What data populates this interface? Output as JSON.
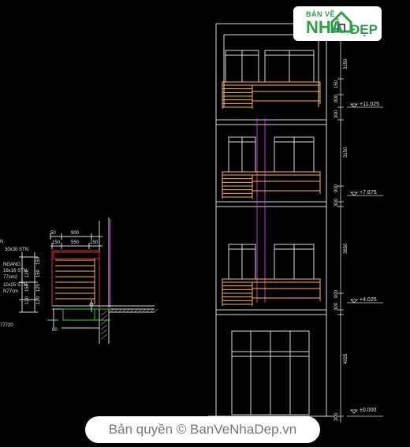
{
  "logo": {
    "small": "BẢN VẼ",
    "big": "NHÀ",
    "suffix": "ĐẸP"
  },
  "watermark": "Bản quyền © BanVeNhaDep.vn",
  "elevation": {
    "levels": [
      "+11.025",
      "+7.875",
      "+4.025",
      "±0.000"
    ],
    "dimensions": [
      "3150",
      "150",
      "900",
      "300",
      "3150",
      "900",
      "300",
      "3850",
      "900",
      "300",
      "4025",
      "300"
    ]
  },
  "detail": {
    "top_dims": [
      "50",
      "900",
      "150",
      "550",
      "150"
    ],
    "side_dims": [
      "120",
      "150",
      "120",
      "120",
      "120",
      "150",
      "150"
    ],
    "labels": [
      "N",
      "30x30 STN",
      "NGANG",
      "16x16 STN",
      "77cm2",
      "10x25 STN",
      "N77cm"
    ],
    "bottom_dims": [
      "80"
    ],
    "left_note": "77720"
  },
  "colors": {
    "line": "#d9d9d9",
    "railing": "#ffb347",
    "magenta": "#d52bd5",
    "red": "#e03030",
    "green": "#2fd03f",
    "cyan": "#38d6e0"
  }
}
